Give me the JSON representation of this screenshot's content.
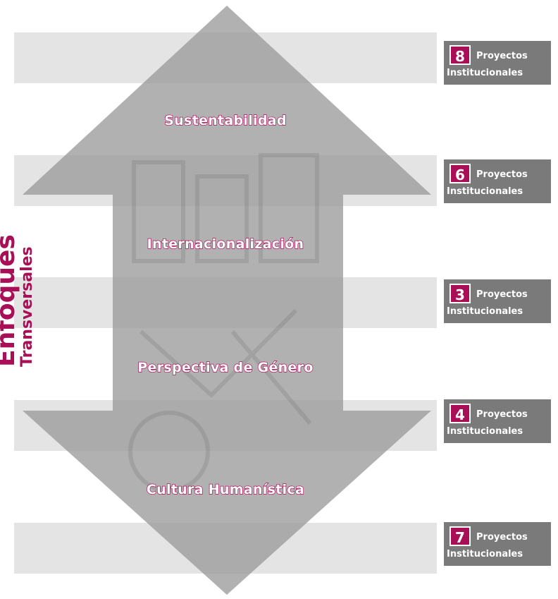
{
  "diagram": {
    "side_title": "Enfoques",
    "side_subtitle": "Transversales",
    "topics": [
      "Sustentabilidad",
      "Internacionalización",
      "Perspectiva de Género",
      "Cultura Humanística"
    ],
    "projects": [
      {
        "count": "8",
        "word1": "Proyectos",
        "word2": "Institucionales"
      },
      {
        "count": "6",
        "word1": "Proyectos",
        "word2": "Institucionales"
      },
      {
        "count": "3",
        "word1": "Proyectos",
        "word2": "Institucionales"
      },
      {
        "count": "4",
        "word1": "Proyectos",
        "word2": "Institucionales"
      },
      {
        "count": "7",
        "word1": "Proyectos",
        "word2": "Institucionales"
      }
    ],
    "colors": {
      "band": "#e4e4e4",
      "arrow": "#9b9b9b",
      "accent": "#a80f57",
      "badge": "#7a7a7a"
    }
  }
}
